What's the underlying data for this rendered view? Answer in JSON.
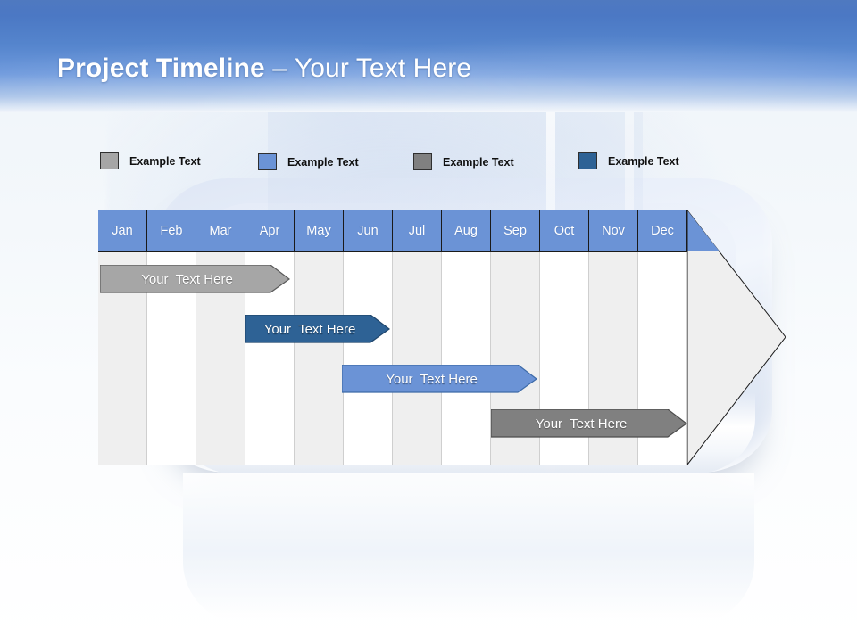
{
  "slide": {
    "title_strong": "Project Timeline",
    "title_separator": " – ",
    "title_light": "Your Text Here",
    "background_color": "#f2f6fa",
    "header_band_color": "#4f79c0"
  },
  "legend": {
    "items": [
      {
        "label": "Example Text",
        "color": "#a6a6a6",
        "swatch_name": "legend-swatch-light-gray"
      },
      {
        "label": "Example Text",
        "color": "#6b93d6",
        "swatch_name": "legend-swatch-light-blue"
      },
      {
        "label": "Example Text",
        "color": "#808080",
        "swatch_name": "legend-swatch-dark-gray"
      },
      {
        "label": "Example Text",
        "color": "#2e6295",
        "swatch_name": "legend-swatch-dark-blue"
      }
    ]
  },
  "chart_data": {
    "type": "bar",
    "title": "Project Timeline",
    "xlabel": "",
    "ylabel": "",
    "grid": true,
    "legend_position": "top",
    "categories": [
      "Jan",
      "Feb",
      "Mar",
      "Apr",
      "May",
      "Jun",
      "Jul",
      "Aug",
      "Sep",
      "Oct",
      "Nov",
      "Dec"
    ],
    "header_color": "#6b93d6",
    "header_text_color": "#ffffff",
    "stripe_colors": [
      "#efefef",
      "#ffffff"
    ],
    "tasks": [
      {
        "label": "Your  Text Here",
        "color": "#a6a6a6",
        "start_month": "Jan",
        "end_month": "Apr",
        "start_index": 0,
        "end_index": 3.8,
        "row": 1
      },
      {
        "label": "Your  Text Here",
        "color": "#2e6295",
        "start_month": "Apr",
        "end_month": "Jul",
        "start_index": 2.97,
        "end_index": 5.9,
        "row": 2
      },
      {
        "label": "Your  Text Here",
        "color": "#6b93d6",
        "start_month": "Jun",
        "end_month": "Sep",
        "start_index": 4.91,
        "end_index": 8.85,
        "row": 3
      },
      {
        "label": "Your  Text Here",
        "color": "#808080",
        "start_month": "Sep",
        "end_month": "Dec",
        "start_index": 7.91,
        "end_index": 11.88,
        "row": 4
      }
    ]
  }
}
